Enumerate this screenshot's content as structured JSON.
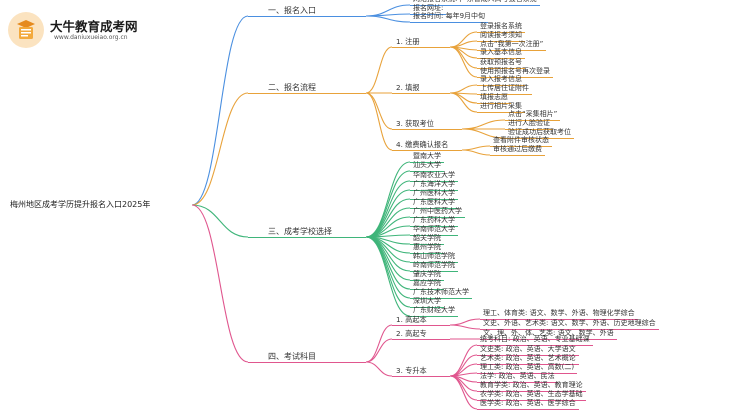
{
  "logo": {
    "name": "大牛教育成考网",
    "url": "www.daniuxueiao.org.cn"
  },
  "colors": {
    "branch1": "#4a8fe0",
    "branch2": "#e8a23a",
    "branch3": "#3fb57a",
    "branch4": "#e0568e"
  },
  "root": "梅州地区成考学历提升报名入口2025年",
  "branches": [
    {
      "label": "一、报名入口",
      "leaves": [
        "网络报名系统: 广东省成人高考报名系统",
        "报名网址:",
        "报名时间: 每年9月中旬"
      ]
    },
    {
      "label": "二、报名流程",
      "subs": [
        {
          "label": "1. 注册",
          "leaves": [
            "登录报名系统",
            "阅读报考须知",
            "点击“我第一次注册”",
            "录入基本信息",
            "获取预报名号",
            "使用预报名号再次登录"
          ]
        },
        {
          "label": "2. 填报",
          "leaves": [
            "录入报考信息",
            "上传居住证附件",
            "填报志愿",
            "进行相片采集"
          ]
        },
        {
          "label": "3. 获取考位",
          "leaves": [
            "点击“采集相片”",
            "进行人脸验证",
            "验证成功后获取考位"
          ]
        },
        {
          "label": "4. 缴费确认报名",
          "leaves": [
            "查看附件审核状态",
            "审核通过后缴费"
          ]
        }
      ]
    },
    {
      "label": "三、成考学校选择",
      "leaves": [
        "暨南大学",
        "汕头大学",
        "华南农业大学",
        "广东海洋大学",
        "广州医科大学",
        "广东医科大学",
        "广州中医药大学",
        "广东药科大学",
        "华南师范大学",
        "韶关学院",
        "惠州学院",
        "韩山师范学院",
        "岭南师范学院",
        "肇庆学院",
        "嘉应学院",
        "广东技术师范大学",
        "深圳大学",
        "广东财经大学"
      ]
    },
    {
      "label": "四、考试科目",
      "subs": [
        {
          "label": "1. 高起本",
          "leaves": [
            "理工、体育类: 语文、数学、外语、物理化学综合",
            "文史、外语、艺术类: 语文、数学、外语、历史地理综合"
          ]
        },
        {
          "label": "2. 高起专",
          "leaves": [
            "文、理、外、体、艺类: 语文、数学、外语"
          ]
        },
        {
          "label": "3. 专升本",
          "leaves": [
            "统考科目: 政治、英语、专业基础课",
            "文史类: 政治、英语、大学语文",
            "艺术类: 政治、英语、艺术概论",
            "理工类: 政治、英语、高数(二)",
            "法学: 政治、英语、民法",
            "教育学类: 政治、英语、教育理论",
            "农学类: 政治、英语、生态学基础",
            "医学类: 政治、英语、医学综合"
          ]
        }
      ]
    }
  ]
}
